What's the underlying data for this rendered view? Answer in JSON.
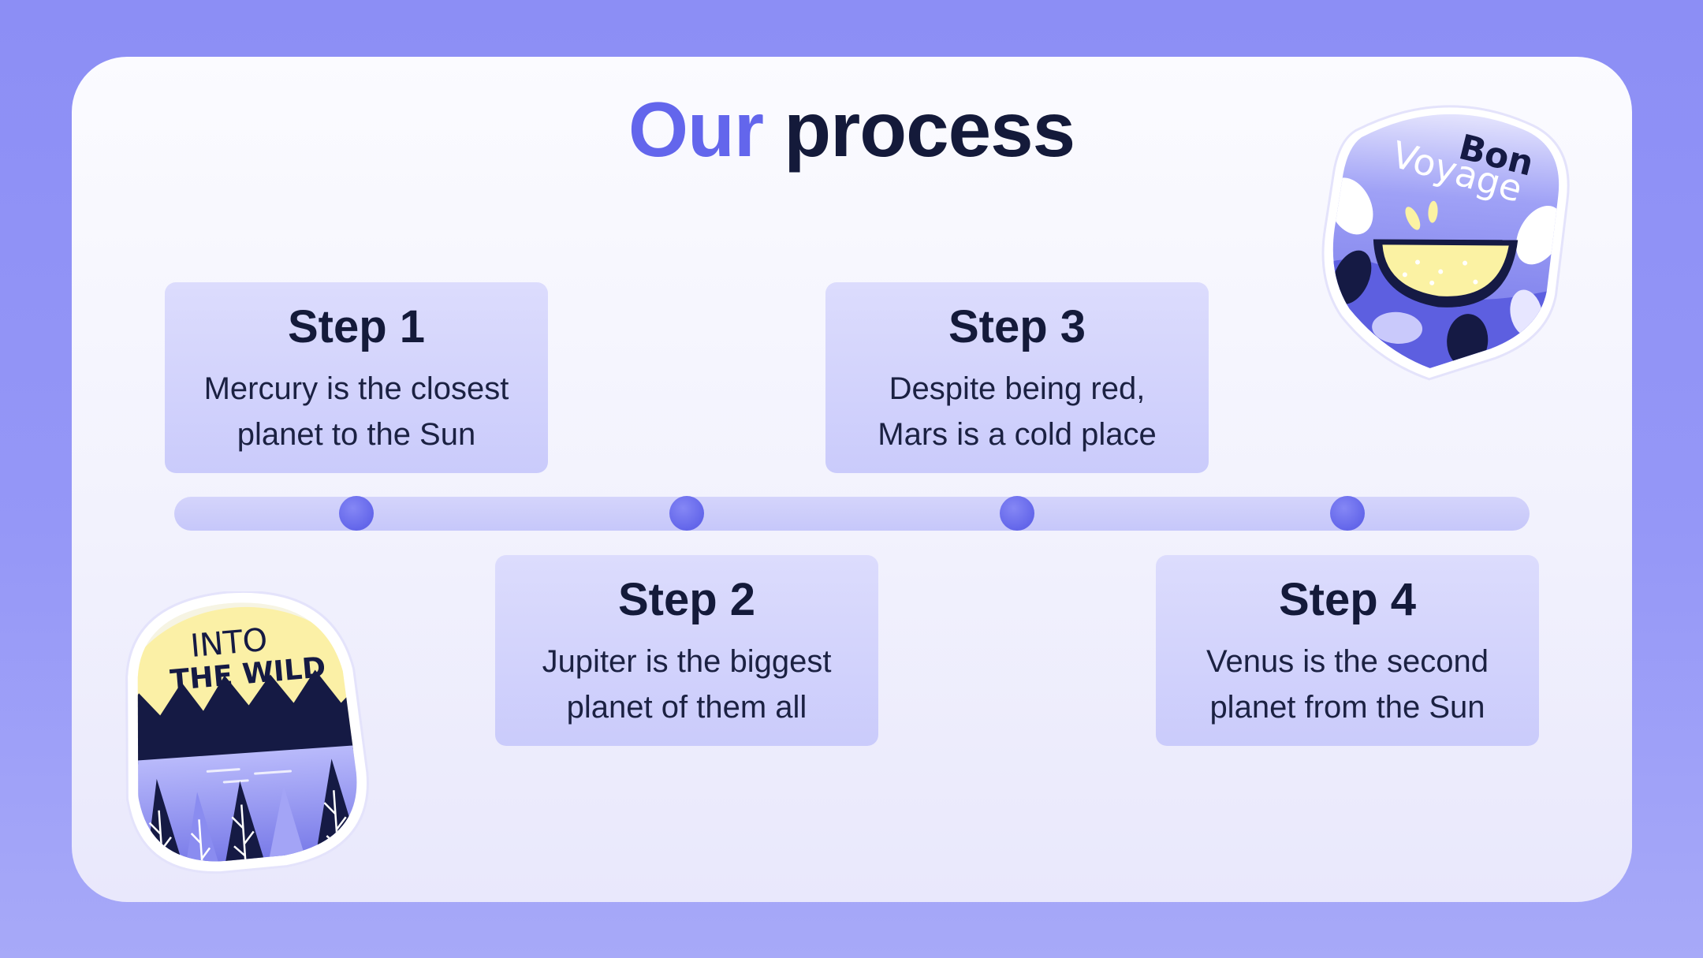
{
  "title": {
    "accent": "Our",
    "rest": "process"
  },
  "steps": [
    {
      "label": "Step 1",
      "desc": "Mercury is the closest\nplanet to the Sun"
    },
    {
      "label": "Step 2",
      "desc": "Jupiter is the biggest\nplanet of them all"
    },
    {
      "label": "Step 3",
      "desc": "Despite being red,\nMars is a cold place"
    },
    {
      "label": "Step 4",
      "desc": "Venus is the second\nplanet from the Sun"
    }
  ],
  "stickers": {
    "voyage": {
      "line1": "Bon",
      "line2": "Voyage"
    },
    "wild": {
      "line1": "INTO",
      "line2": "THE WILD"
    }
  },
  "colors": {
    "accent": "#6366ec",
    "text": "#141a3a",
    "background": "#8c8ef5"
  }
}
